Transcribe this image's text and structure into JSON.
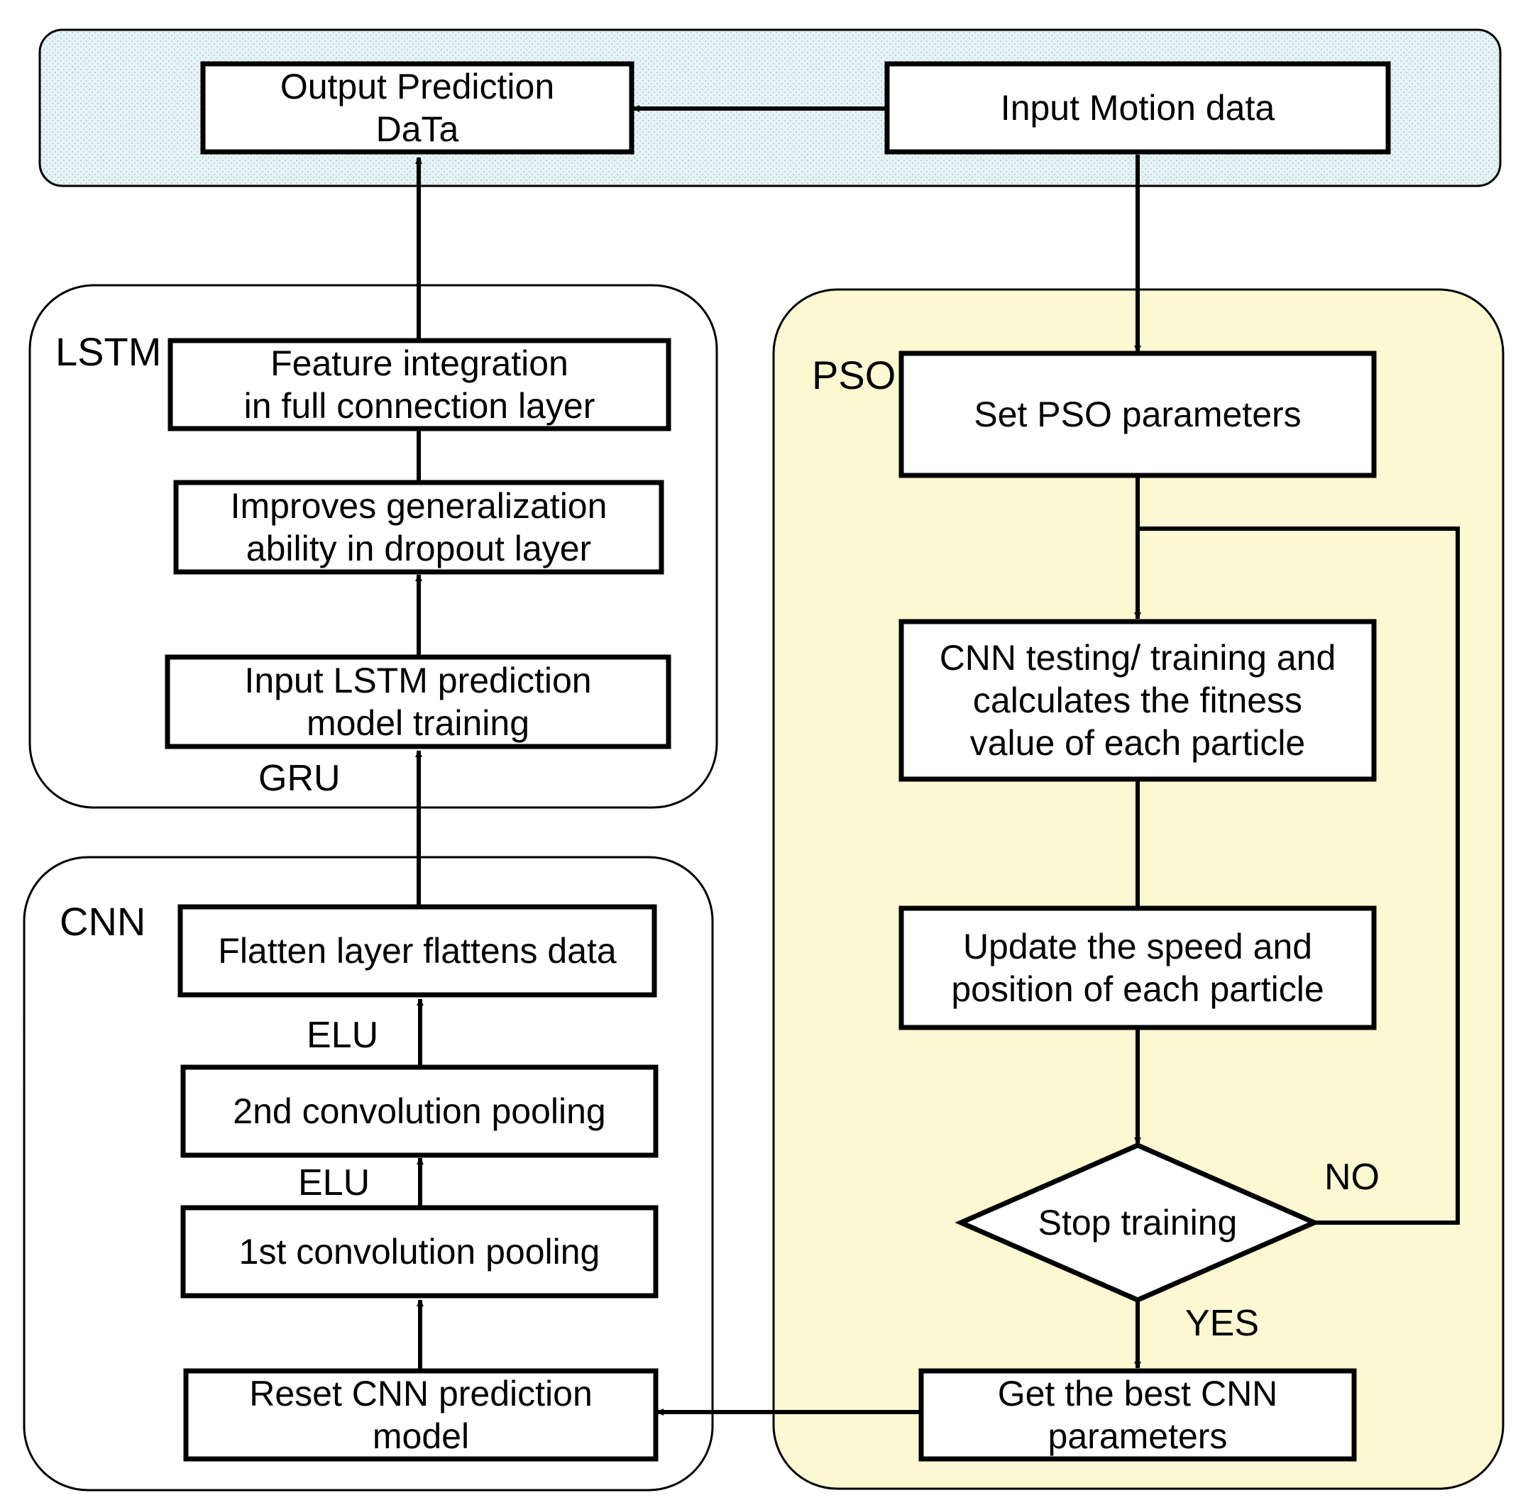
{
  "groups": {
    "io": {
      "label": ""
    },
    "lstm": {
      "label": "LSTM"
    },
    "cnn": {
      "label": "CNN"
    },
    "pso": {
      "label": "PSO"
    }
  },
  "nodes": {
    "output_prediction": [
      "Output Prediction",
      "DaTa"
    ],
    "input_motion": [
      "Input Motion data"
    ],
    "feature_integration": [
      "Feature integration",
      "in full connection layer"
    ],
    "improves_generalization": [
      "Improves generalization",
      "ability in dropout layer"
    ],
    "input_lstm": [
      "Input LSTM prediction",
      "model training"
    ],
    "flatten": [
      "Flatten layer flattens data"
    ],
    "conv2": [
      "2nd convolution pooling"
    ],
    "conv1": [
      "1st convolution pooling"
    ],
    "reset_cnn": [
      "Reset CNN prediction",
      "model"
    ],
    "set_pso": [
      "Set PSO parameters"
    ],
    "cnn_testing": [
      "CNN testing/ training and",
      "calculates the fitness",
      "value of each particle"
    ],
    "update_speed": [
      "Update the speed and",
      "position of each particle"
    ],
    "stop_training": [
      "Stop training"
    ],
    "get_best": [
      "Get the best CNN",
      "parameters"
    ]
  },
  "edge_labels": {
    "gru": "GRU",
    "elu_top": "ELU",
    "elu_bottom": "ELU",
    "no": "NO",
    "yes": "YES"
  },
  "colors": {
    "io_fill": "#e6f2f4",
    "pso_fill": "#fbf8d2",
    "stroke": "#000000"
  }
}
